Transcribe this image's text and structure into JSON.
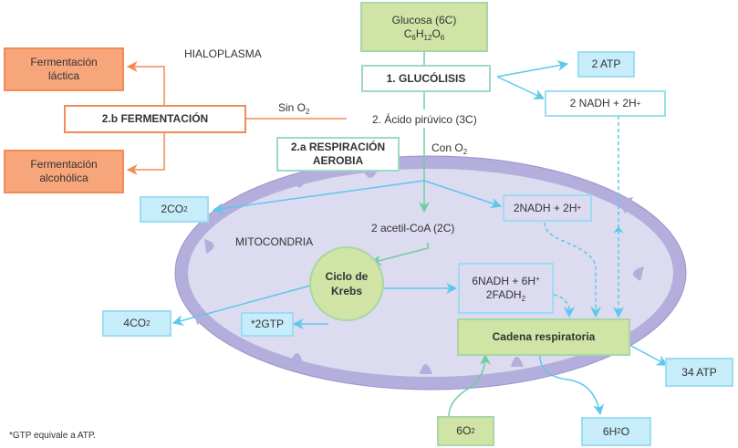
{
  "title": "Respiración celular: glucólisis, fermentación y respiración aerobia",
  "colors": {
    "respiration_green": "#cfe4a5",
    "fermentation_orange": "#f7a57a",
    "product_blue": "#c7ecfa",
    "mitochondria_outer": "#b3aedb",
    "mitochondria_inner": "#dcdbf0",
    "arrow_blue": "#5cc8ec",
    "arrow_green": "#6fcf9f",
    "arrow_orange": "#f28a55"
  },
  "regions": {
    "hialoplasma": "HIALOPLASMA",
    "mitocondria": "MITOCONDRIA"
  },
  "glucose": {
    "name": "Glucosa (6C)",
    "formula_parts": [
      "C",
      "6",
      "H",
      "12",
      "O",
      "6"
    ]
  },
  "glycolysis": {
    "label": "1. GLUCÓLISIS"
  },
  "glycolysis_products": {
    "atp": "2 ATP",
    "nadh": "2 NADH + 2H",
    "nadh_sup": "+"
  },
  "pyruvate": {
    "label": "2. Ácido pirúvico (3C)"
  },
  "conditions": {
    "without_oxygen": "Sin O",
    "without_oxygen_sub": "2",
    "with_oxygen": "Con O",
    "with_oxygen_sub": "2"
  },
  "fermentation": {
    "label": "2.b FERMENTACIÓN",
    "types": [
      {
        "line1": "Fermentación",
        "line2": "láctica"
      },
      {
        "line1": "Fermentación",
        "line2": "alcohólica"
      }
    ]
  },
  "aerobic": {
    "line1": "2.a RESPIRACIÓN",
    "line2": "AEROBIA"
  },
  "link_reaction": {
    "co2": "2CO",
    "co2_sub": "2",
    "nadh": "2NADH + 2H",
    "nadh_sup": "+",
    "acetyl": "2 acetil-CoA (2C)"
  },
  "krebs": {
    "line1": "Ciclo de",
    "line2": "Krebs",
    "co2": "4CO",
    "co2_sub": "2",
    "gtp": "*2GTP",
    "nadh_line1": "6NADH + 6H",
    "nadh_line1_sup": "+",
    "fadh_line2": "2FADH",
    "fadh_sub": "2"
  },
  "respiratory_chain": {
    "label": "Cadena respiratoria",
    "oxygen": "6O",
    "oxygen_sub": "2",
    "atp": "34 ATP",
    "water_a": "6H",
    "water_sub": "2",
    "water_b": "O"
  },
  "footnote": "*GTP equivale a ATP."
}
